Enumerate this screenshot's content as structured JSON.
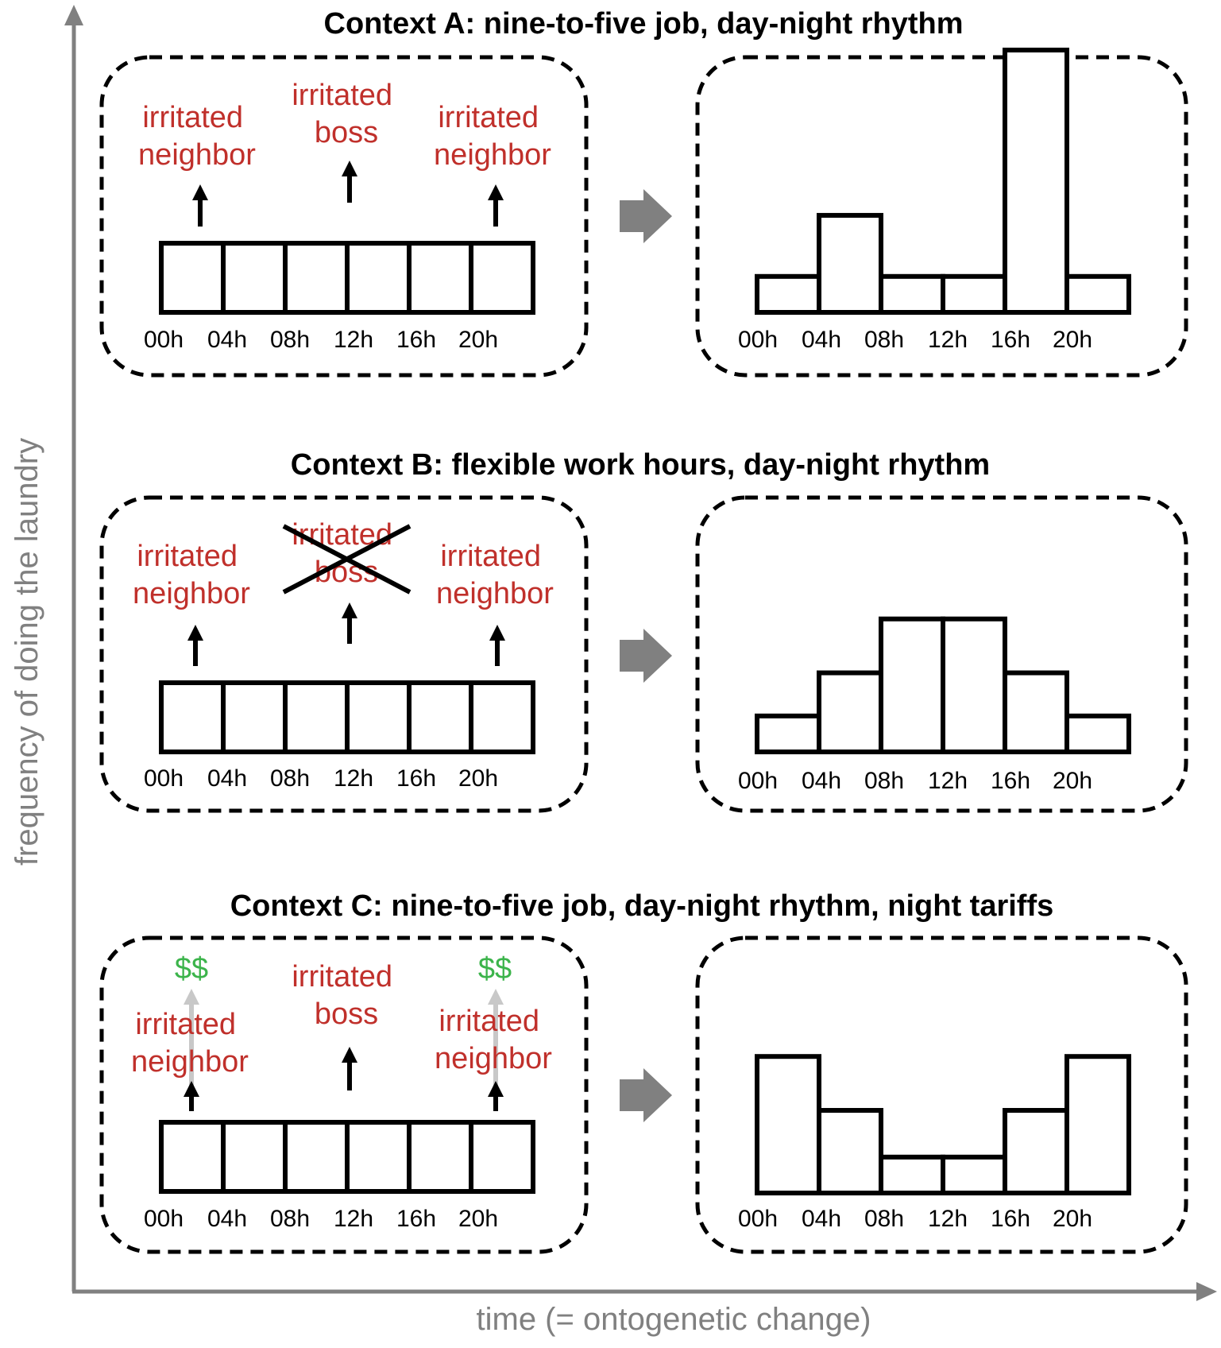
{
  "axes": {
    "y_label": "frequency of doing the laundry",
    "x_label": "time (= ontogenetic change)",
    "color": "#808080"
  },
  "ticks": [
    "00h",
    "04h",
    "08h",
    "12h",
    "16h",
    "20h"
  ],
  "colors": {
    "pressure": "#c0302b",
    "incentive": "#3cb44b",
    "transition_arrow": "#808080"
  },
  "panels": [
    {
      "id": "a",
      "title": "Context A: nine-to-five job, day-night rhythm",
      "left_label": [
        "irritated",
        "neighbor"
      ],
      "middle_label": [
        "irritated",
        "boss"
      ],
      "right_label": [
        "irritated",
        "neighbor"
      ],
      "boss_crossed": false,
      "night_incentive": ""
    },
    {
      "id": "b",
      "title": "Context B: flexible work hours, day-night rhythm",
      "left_label": [
        "irritated",
        "neighbor"
      ],
      "middle_label": [
        "irritated",
        "boss"
      ],
      "right_label": [
        "irritated",
        "neighbor"
      ],
      "boss_crossed": true,
      "night_incentive": ""
    },
    {
      "id": "c",
      "title": "Context C: nine-to-five job, day-night rhythm, night tariffs",
      "left_label": [
        "irritated",
        "neighbor"
      ],
      "middle_label": [
        "irritated",
        "boss"
      ],
      "right_label": [
        "irritated",
        "neighbor"
      ],
      "boss_crossed": false,
      "night_incentive": "$$"
    }
  ],
  "chart_data": [
    {
      "type": "bar",
      "title": "",
      "categories": [
        "00h",
        "04h",
        "08h",
        "12h",
        "16h",
        "20h"
      ],
      "values": [
        1,
        2.7,
        1,
        1,
        7.3,
        1
      ],
      "ylim": [
        0,
        7.6
      ],
      "grid": false
    },
    {
      "type": "bar",
      "title": "",
      "categories": [
        "00h",
        "04h",
        "08h",
        "12h",
        "16h",
        "20h"
      ],
      "values": [
        1,
        2.2,
        3.7,
        3.7,
        2.2,
        1
      ],
      "ylim": [
        0,
        7.6
      ],
      "grid": false
    },
    {
      "type": "bar",
      "title": "",
      "categories": [
        "00h",
        "04h",
        "08h",
        "12h",
        "16h",
        "20h"
      ],
      "values": [
        3.8,
        2.3,
        1,
        1,
        2.3,
        3.8
      ],
      "ylim": [
        0,
        7.6
      ],
      "grid": false
    }
  ]
}
